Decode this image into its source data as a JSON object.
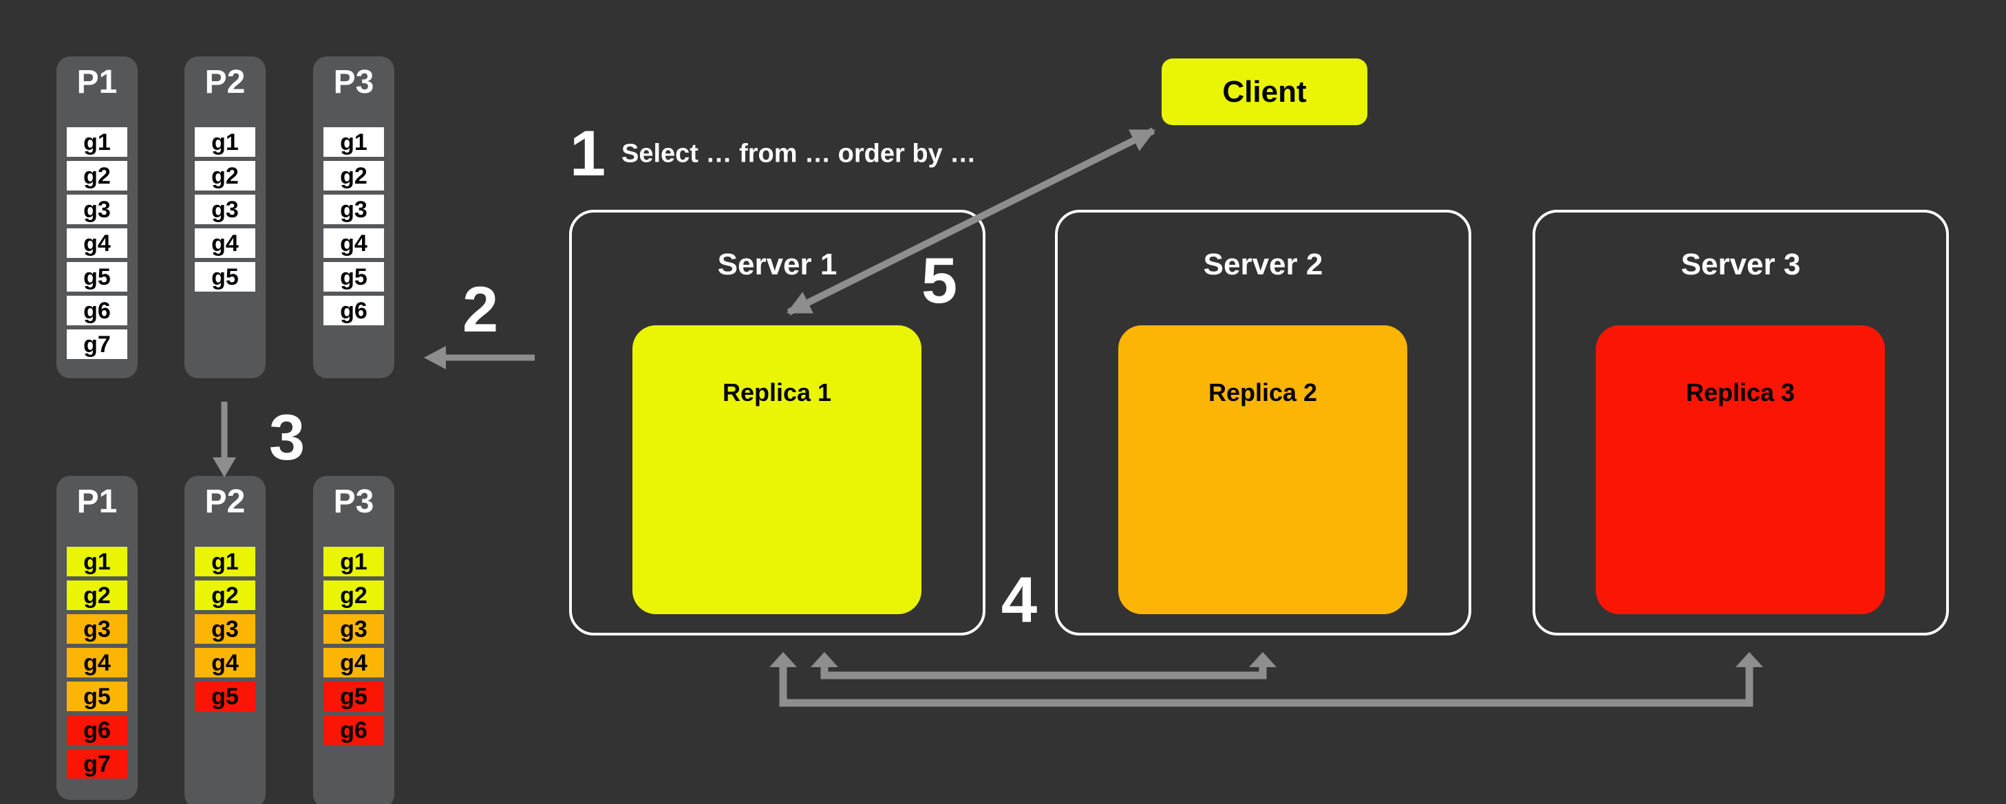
{
  "diagram": {
    "annotation_step1": "Select … from … order by …",
    "client_label": "Client",
    "step_labels": {
      "s1": "1",
      "s2": "2",
      "s3": "3",
      "s4": "4",
      "s5": "5"
    }
  },
  "top_partitions": [
    {
      "label": "P1",
      "cells": [
        {
          "label": "g1",
          "color": "white"
        },
        {
          "label": "g2",
          "color": "white"
        },
        {
          "label": "g3",
          "color": "white"
        },
        {
          "label": "g4",
          "color": "white"
        },
        {
          "label": "g5",
          "color": "white"
        },
        {
          "label": "g6",
          "color": "white"
        },
        {
          "label": "g7",
          "color": "white"
        }
      ]
    },
    {
      "label": "P2",
      "cells": [
        {
          "label": "g1",
          "color": "white"
        },
        {
          "label": "g2",
          "color": "white"
        },
        {
          "label": "g3",
          "color": "white"
        },
        {
          "label": "g4",
          "color": "white"
        },
        {
          "label": "g5",
          "color": "white"
        }
      ]
    },
    {
      "label": "P3",
      "cells": [
        {
          "label": "g1",
          "color": "white"
        },
        {
          "label": "g2",
          "color": "white"
        },
        {
          "label": "g3",
          "color": "white"
        },
        {
          "label": "g4",
          "color": "white"
        },
        {
          "label": "g5",
          "color": "white"
        },
        {
          "label": "g6",
          "color": "white"
        }
      ]
    }
  ],
  "bottom_partitions": [
    {
      "label": "P1",
      "cells": [
        {
          "label": "g1",
          "color": "yellow"
        },
        {
          "label": "g2",
          "color": "yellow"
        },
        {
          "label": "g3",
          "color": "orange"
        },
        {
          "label": "g4",
          "color": "orange"
        },
        {
          "label": "g5",
          "color": "orange"
        },
        {
          "label": "g6",
          "color": "red"
        },
        {
          "label": "g7",
          "color": "red"
        }
      ]
    },
    {
      "label": "P2",
      "cells": [
        {
          "label": "g1",
          "color": "yellow"
        },
        {
          "label": "g2",
          "color": "yellow"
        },
        {
          "label": "g3",
          "color": "orange"
        },
        {
          "label": "g4",
          "color": "orange"
        },
        {
          "label": "g5",
          "color": "red"
        }
      ]
    },
    {
      "label": "P3",
      "cells": [
        {
          "label": "g1",
          "color": "yellow"
        },
        {
          "label": "g2",
          "color": "yellow"
        },
        {
          "label": "g3",
          "color": "orange"
        },
        {
          "label": "g4",
          "color": "orange"
        },
        {
          "label": "g5",
          "color": "red"
        },
        {
          "label": "g6",
          "color": "red"
        }
      ]
    }
  ],
  "servers": [
    {
      "label": "Server 1",
      "replica_label": "Replica 1",
      "replica_color": "yellow"
    },
    {
      "label": "Server 2",
      "replica_label": "Replica 2",
      "replica_color": "orange"
    },
    {
      "label": "Server 3",
      "replica_label": "Replica 3",
      "replica_color": "red"
    }
  ],
  "colors": {
    "background": "#333333",
    "panel": "#565759",
    "white": "#ffffff",
    "yellow": "#e9f505",
    "orange": "#fcb505",
    "red": "#fa1505",
    "arrow": "#8e8e8e"
  }
}
